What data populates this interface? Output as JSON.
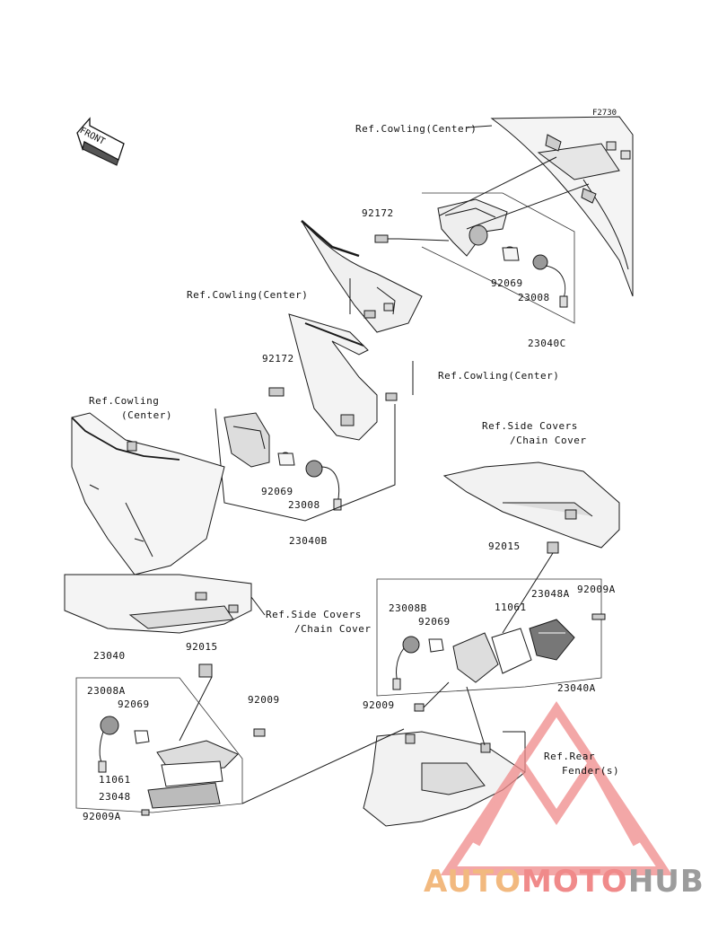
{
  "diagram_code": "F2730",
  "front_arrow_label": "FRONT",
  "labels": {
    "ref_cowling_center_top": "Ref.Cowling(Center)",
    "ref_cowling_center_mid_left": "Ref.Cowling(Center)",
    "ref_cowling_center_mid_right": "Ref.Cowling(Center)",
    "ref_cowling_left_line1": "Ref.Cowling",
    "ref_cowling_left_line2": "(Center)",
    "ref_side_covers_right_line1": "Ref.Side Covers",
    "ref_side_covers_right_line2": "/Chain Cover",
    "ref_side_covers_left_line1": "Ref.Side Covers",
    "ref_side_covers_left_line2": "/Chain Cover",
    "ref_rear_fender_line1": "Ref.Rear",
    "ref_rear_fender_line2": "Fender(s)"
  },
  "part_numbers": {
    "p92172_top": "92172",
    "p92069_top": "92069",
    "p23008_top": "23008",
    "p23040C": "23040C",
    "p92172_mid": "92172",
    "p92069_mid": "92069",
    "p23008_mid": "23008",
    "p23040B": "23040B",
    "p92015_right": "92015",
    "p11061_right": "11061",
    "p23048A": "23048A",
    "p92009A_right": "92009A",
    "p23008B": "23008B",
    "p92069_right": "92069",
    "p92009_right": "92009",
    "p23040A": "23040A",
    "p23040": "23040",
    "p92015_left": "92015",
    "p23008A": "23008A",
    "p92069_left": "92069",
    "p92009_left": "92009",
    "p11061_left": "11061",
    "p23048": "23048",
    "p92009A_left": "92009A"
  },
  "watermark": {
    "part1": "AUTO",
    "part2": "MOTO",
    "part3": "HUB"
  },
  "colors": {
    "line": "#1a1a1a",
    "part_fill": "#f2f2f2",
    "part_shade": "#bdbdbd",
    "watermark_red": "#f08a8a",
    "watermark_orange": "#f2b97f",
    "watermark_gray": "#9c9c9c"
  }
}
